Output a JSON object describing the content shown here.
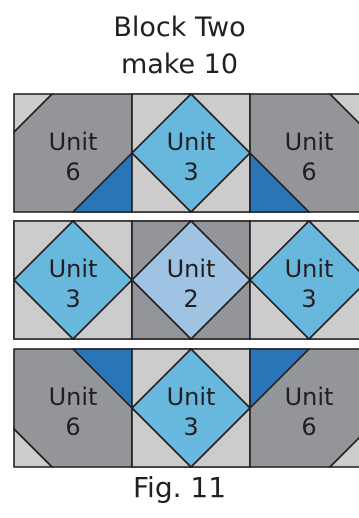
{
  "title": "Block Two",
  "subtitle": "make 10",
  "caption": "Fig. 11",
  "colors": {
    "light_gray": "#cccccd",
    "dark_gray": "#939598",
    "medium_blue": "#68b8de",
    "dark_blue": "#2a74b8",
    "light_blue": "#9fc3e3",
    "outline": "#231f20"
  },
  "rows": [
    {
      "cells": [
        {
          "kind": "unit6",
          "corner": "bottom-right",
          "word": "Unit",
          "number": "6"
        },
        {
          "kind": "unit3",
          "word": "Unit",
          "number": "3"
        },
        {
          "kind": "unit6",
          "corner": "bottom-left",
          "word": "Unit",
          "number": "6"
        }
      ]
    },
    {
      "cells": [
        {
          "kind": "unit3",
          "word": "Unit",
          "number": "3"
        },
        {
          "kind": "unit2",
          "word": "Unit",
          "number": "2"
        },
        {
          "kind": "unit3",
          "word": "Unit",
          "number": "3"
        }
      ]
    },
    {
      "cells": [
        {
          "kind": "unit6",
          "corner": "top-right",
          "word": "Unit",
          "number": "6"
        },
        {
          "kind": "unit3",
          "word": "Unit",
          "number": "3"
        },
        {
          "kind": "unit6",
          "corner": "top-left",
          "word": "Unit",
          "number": "6"
        }
      ]
    }
  ]
}
